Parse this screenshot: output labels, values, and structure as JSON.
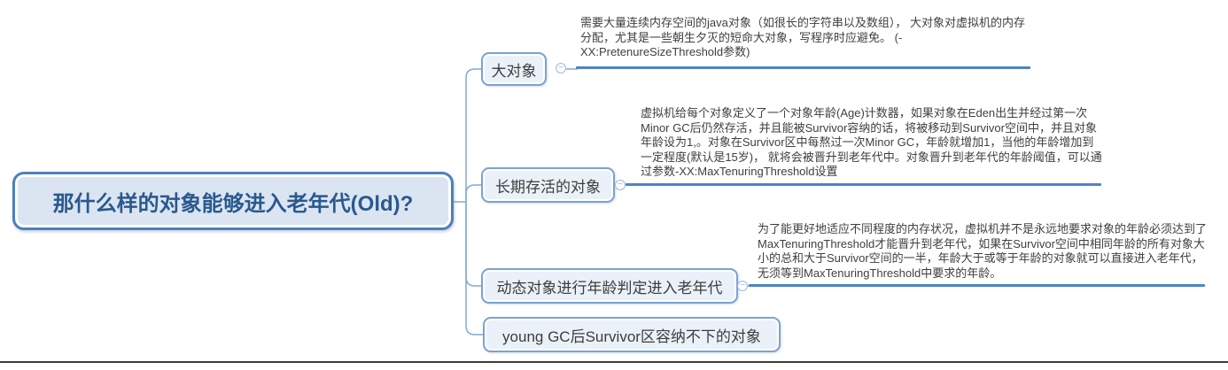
{
  "root_topic": {
    "label": "那什么样的对象能够进入老年代(Old)?"
  },
  "branches": [
    {
      "label": "大对象",
      "toggle": "−",
      "note": "需要大量连续内存空间的java对象（如很长的字符串以及数组）， 大对象对虚拟机的内存分配，尤其是一些朝生夕灭的短命大对象，写程序时应避免。  (-XX:PretenureSizeThreshold参数)"
    },
    {
      "label": "长期存活的对象",
      "toggle": "−",
      "note": "虚拟机给每个对象定义了一个对象年龄(Age)计数器，如果对象在Eden出生并经过第一次Minor GC后仍然存活，并且能被Survivor容纳的话，将被移动到Survivor空间中，并且对象年龄设为1,。对象在Survivor区中每熬过一次Minor GC，年龄就增加1，当他的年龄增加到一定程度(默认是15岁)， 就将会被晋升到老年代中。对象晋升到老年代的年龄阈值，可以通过参数-XX:MaxTenuringThreshold设置"
    },
    {
      "label": "动态对象进行年龄判定进入老年代",
      "toggle": "−",
      "note": "为了能更好地适应不同程度的内存状况，虚拟机并不是永远地要求对象的年龄必须达到了MaxTenuringThreshold才能晋升到老年代，如果在Survivor空间中相同年龄的所有对象大小的总和大于Survivor空间的一半，年龄大于或等于年龄的对象就可以直接进入老年代，无须等到MaxTenuringThreshold中要求的年龄。"
    },
    {
      "label": "young GC后Survivor区容纳不下的对象"
    }
  ],
  "colors": {
    "root_border": "#4c80bd",
    "root_fill": "#dbe5f1",
    "root_text": "#29598f",
    "branch_border": "#7aa3d4",
    "branch_fill": "#ebf1f8",
    "connector": "#83a9d6",
    "note_underline": "#4d84c4",
    "note_text": "#3f3f3f",
    "bottom_rule": "#3b3b3b"
  }
}
